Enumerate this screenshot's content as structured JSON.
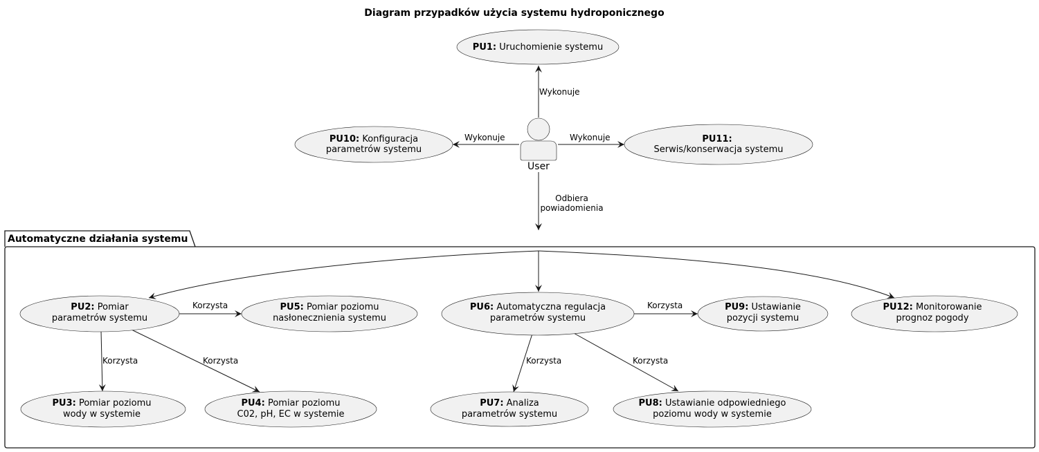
{
  "title": "Diagram przypadków użycia systemu hydroponicznego",
  "actor": {
    "name": "User"
  },
  "package": {
    "name": "Automatyczne działania systemu"
  },
  "use_cases": {
    "pu1": {
      "id": "PU1:",
      "line1": " Uruchomienie systemu",
      "line2": ""
    },
    "pu10": {
      "id": "PU10:",
      "line1": " Konfiguracja",
      "line2": "parametrów systemu"
    },
    "pu11": {
      "id": "PU11:",
      "line1": "",
      "line2": "Serwis/konserwacja systemu"
    },
    "pu2": {
      "id": "PU2:",
      "line1": " Pomiar",
      "line2": "parametrów systemu"
    },
    "pu5": {
      "id": "PU5:",
      "line1": " Pomiar poziomu",
      "line2": "nasłonecznienia systemu"
    },
    "pu3": {
      "id": "PU3:",
      "line1": " Pomiar poziomu",
      "line2": "wody w systemie"
    },
    "pu4": {
      "id": "PU4:",
      "line1": " Pomiar poziomu",
      "line2": "C02, pH, EC w systemie"
    },
    "pu6": {
      "id": "PU6:",
      "line1": " Automatyczna regulacja",
      "line2": "parametrów systemu"
    },
    "pu9": {
      "id": "PU9:",
      "line1": " Ustawianie",
      "line2": "pozycji systemu"
    },
    "pu7": {
      "id": "PU7:",
      "line1": " Analiza",
      "line2": "parametrów systemu"
    },
    "pu8": {
      "id": "PU8:",
      "line1": " Ustawianie odpowiedniego",
      "line2": "poziomu wody w systemie"
    },
    "pu12": {
      "id": "PU12:",
      "line1": " Monitorowanie",
      "line2": "prognoz pogody"
    }
  },
  "edges": {
    "e_pu1": "Wykonuje",
    "e_pu10": "Wykonuje",
    "e_pu11": "Wykonuje",
    "e_notif_1": "Odbiera",
    "e_notif_2": "powiadomienia",
    "e_pu2_pu5": "Korzysta",
    "e_pu2_pu3": "Korzysta",
    "e_pu2_pu4": "Korzysta",
    "e_pu6_pu9": "Korzysta",
    "e_pu6_pu7": "Korzysta",
    "e_pu6_pu8": "Korzysta"
  }
}
